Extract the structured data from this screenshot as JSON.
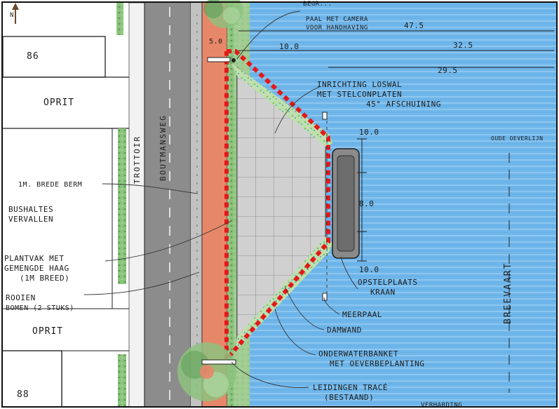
{
  "north": {
    "arrow": "N"
  },
  "parcels": {
    "house_top": "86",
    "house_bottom": "88",
    "driveway_top": "OPRIT",
    "driveway_bottom": "OPRIT"
  },
  "streets": {
    "sidewalk": "TROTTOIR",
    "road": "BOUTMANSWEG"
  },
  "water": {
    "name": "BREEVAART",
    "old_bank": "OUDE OEVERLIJN"
  },
  "dimensions": {
    "d47": "47.5",
    "d32": "32.5",
    "d29": "29.5",
    "d10_top": "10.0",
    "d5": "5.0",
    "d10_mid": "10.0",
    "d8": "8.0",
    "d10_low": "10.0"
  },
  "labels": {
    "camera_line1": "PAAL MET CAMERA",
    "camera_line2": "VOOR HANDHAVING",
    "loswal_line1": "INRICHTING LOSWAL",
    "loswal_line2": "MET STELCONPLATEN",
    "loswal_line3": "45° AFSCHUINING",
    "berm": "1M. BREDE BERM",
    "bus_line1": "BUSHALTES",
    "bus_line2": "VERVALLEN",
    "plant_line1": "PLANTVAK MET",
    "plant_line2": "GEMENGDE HAAG",
    "plant_line3": "(1M BREED)",
    "rooien_line1": "ROOIEN",
    "rooien_line2": "BOMEN (2 STUKS)",
    "crane_line1": "OPSTELPLAATS",
    "crane_line2": "KRAAN",
    "mooring": "MEERPAAL",
    "damwand": "DAMWAND",
    "bank_line1": "ONDERWATERBANKET",
    "bank_line2": "MET OEVERBEPLANTING",
    "pipes_line1": "LEIDINGEN TRACÉ",
    "pipes_line2": "(BESTAAND)",
    "cut_top": "BEGR...",
    "cut_bottom": "VERHARDING"
  }
}
